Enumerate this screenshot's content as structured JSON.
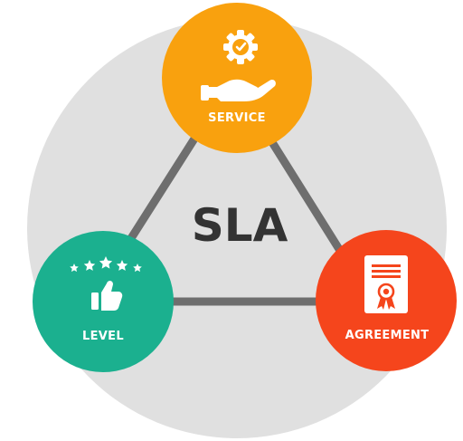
{
  "center": {
    "label": "SLA"
  },
  "nodes": {
    "service": {
      "label": "SERVICE",
      "color": "#F9A10E",
      "icon": "gear-hand-icon"
    },
    "level": {
      "label": "LEVEL",
      "color": "#1BB08F",
      "icon": "stars-thumbs-up-icon"
    },
    "agreement": {
      "label": "AGREEMENT",
      "color": "#F5451C",
      "icon": "certificate-icon"
    }
  },
  "colors": {
    "background_circle": "#E0E0E0",
    "connector": "#6E6E6E",
    "center_text": "#333333"
  }
}
